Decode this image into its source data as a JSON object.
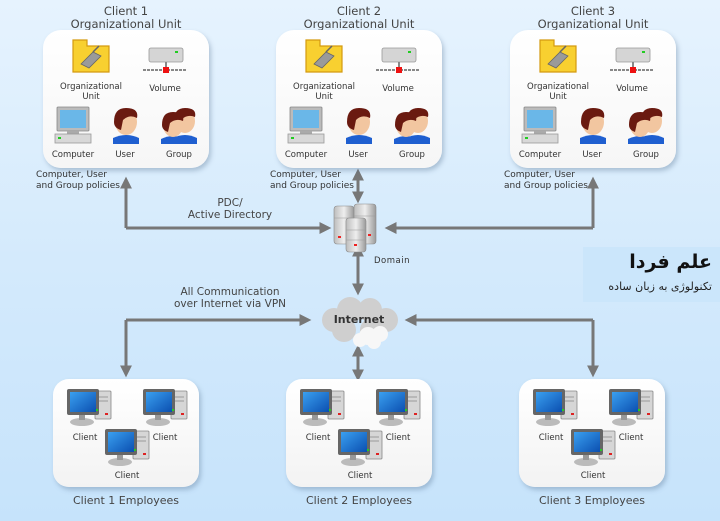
{
  "diagram": {
    "org_units": [
      {
        "title_line1": "Client 1",
        "title_line2": "Organizational Unit",
        "items": {
          "ou": "Organizational Unit",
          "volume": "Volume",
          "computer": "Computer",
          "user": "User",
          "group": "Group"
        },
        "policy_line1": "Computer, User",
        "policy_line2": "and Group policies"
      },
      {
        "title_line1": "Client 2",
        "title_line2": "Organizational Unit",
        "items": {
          "ou": "Organizational Unit",
          "volume": "Volume",
          "computer": "Computer",
          "user": "User",
          "group": "Group"
        },
        "policy_line1": "Computer, User",
        "policy_line2": "and Group policies"
      },
      {
        "title_line1": "Client 3",
        "title_line2": "Organizational Unit",
        "items": {
          "ou": "Organizational Unit",
          "volume": "Volume",
          "computer": "Computer",
          "user": "User",
          "group": "Group"
        },
        "policy_line1": "Computer, User",
        "policy_line2": "and Group policies"
      }
    ],
    "pdc_line1": "PDC/",
    "pdc_line2": "Active Directory",
    "domain_label": "Domain",
    "vpn_line1": "All Communication",
    "vpn_line2": "over Internet via VPN",
    "internet_label": "Internet",
    "employee_groups": [
      {
        "title": "Client 1 Employees",
        "clients": [
          "Client",
          "Client",
          "Client"
        ]
      },
      {
        "title": "Client 2 Employees",
        "clients": [
          "Client",
          "Client",
          "Client"
        ]
      },
      {
        "title": "Client 3 Employees",
        "clients": [
          "Client",
          "Client",
          "Client"
        ]
      }
    ]
  },
  "brand": {
    "name": "علم فردا",
    "tagline": "تکنولوژی به زبان ساده"
  },
  "colors": {
    "arrow": "#777777",
    "background_top": "#e6f3fe",
    "background_bottom": "#c6e3fb",
    "folder": "#f5c518",
    "screen": "#1a6fc9"
  }
}
